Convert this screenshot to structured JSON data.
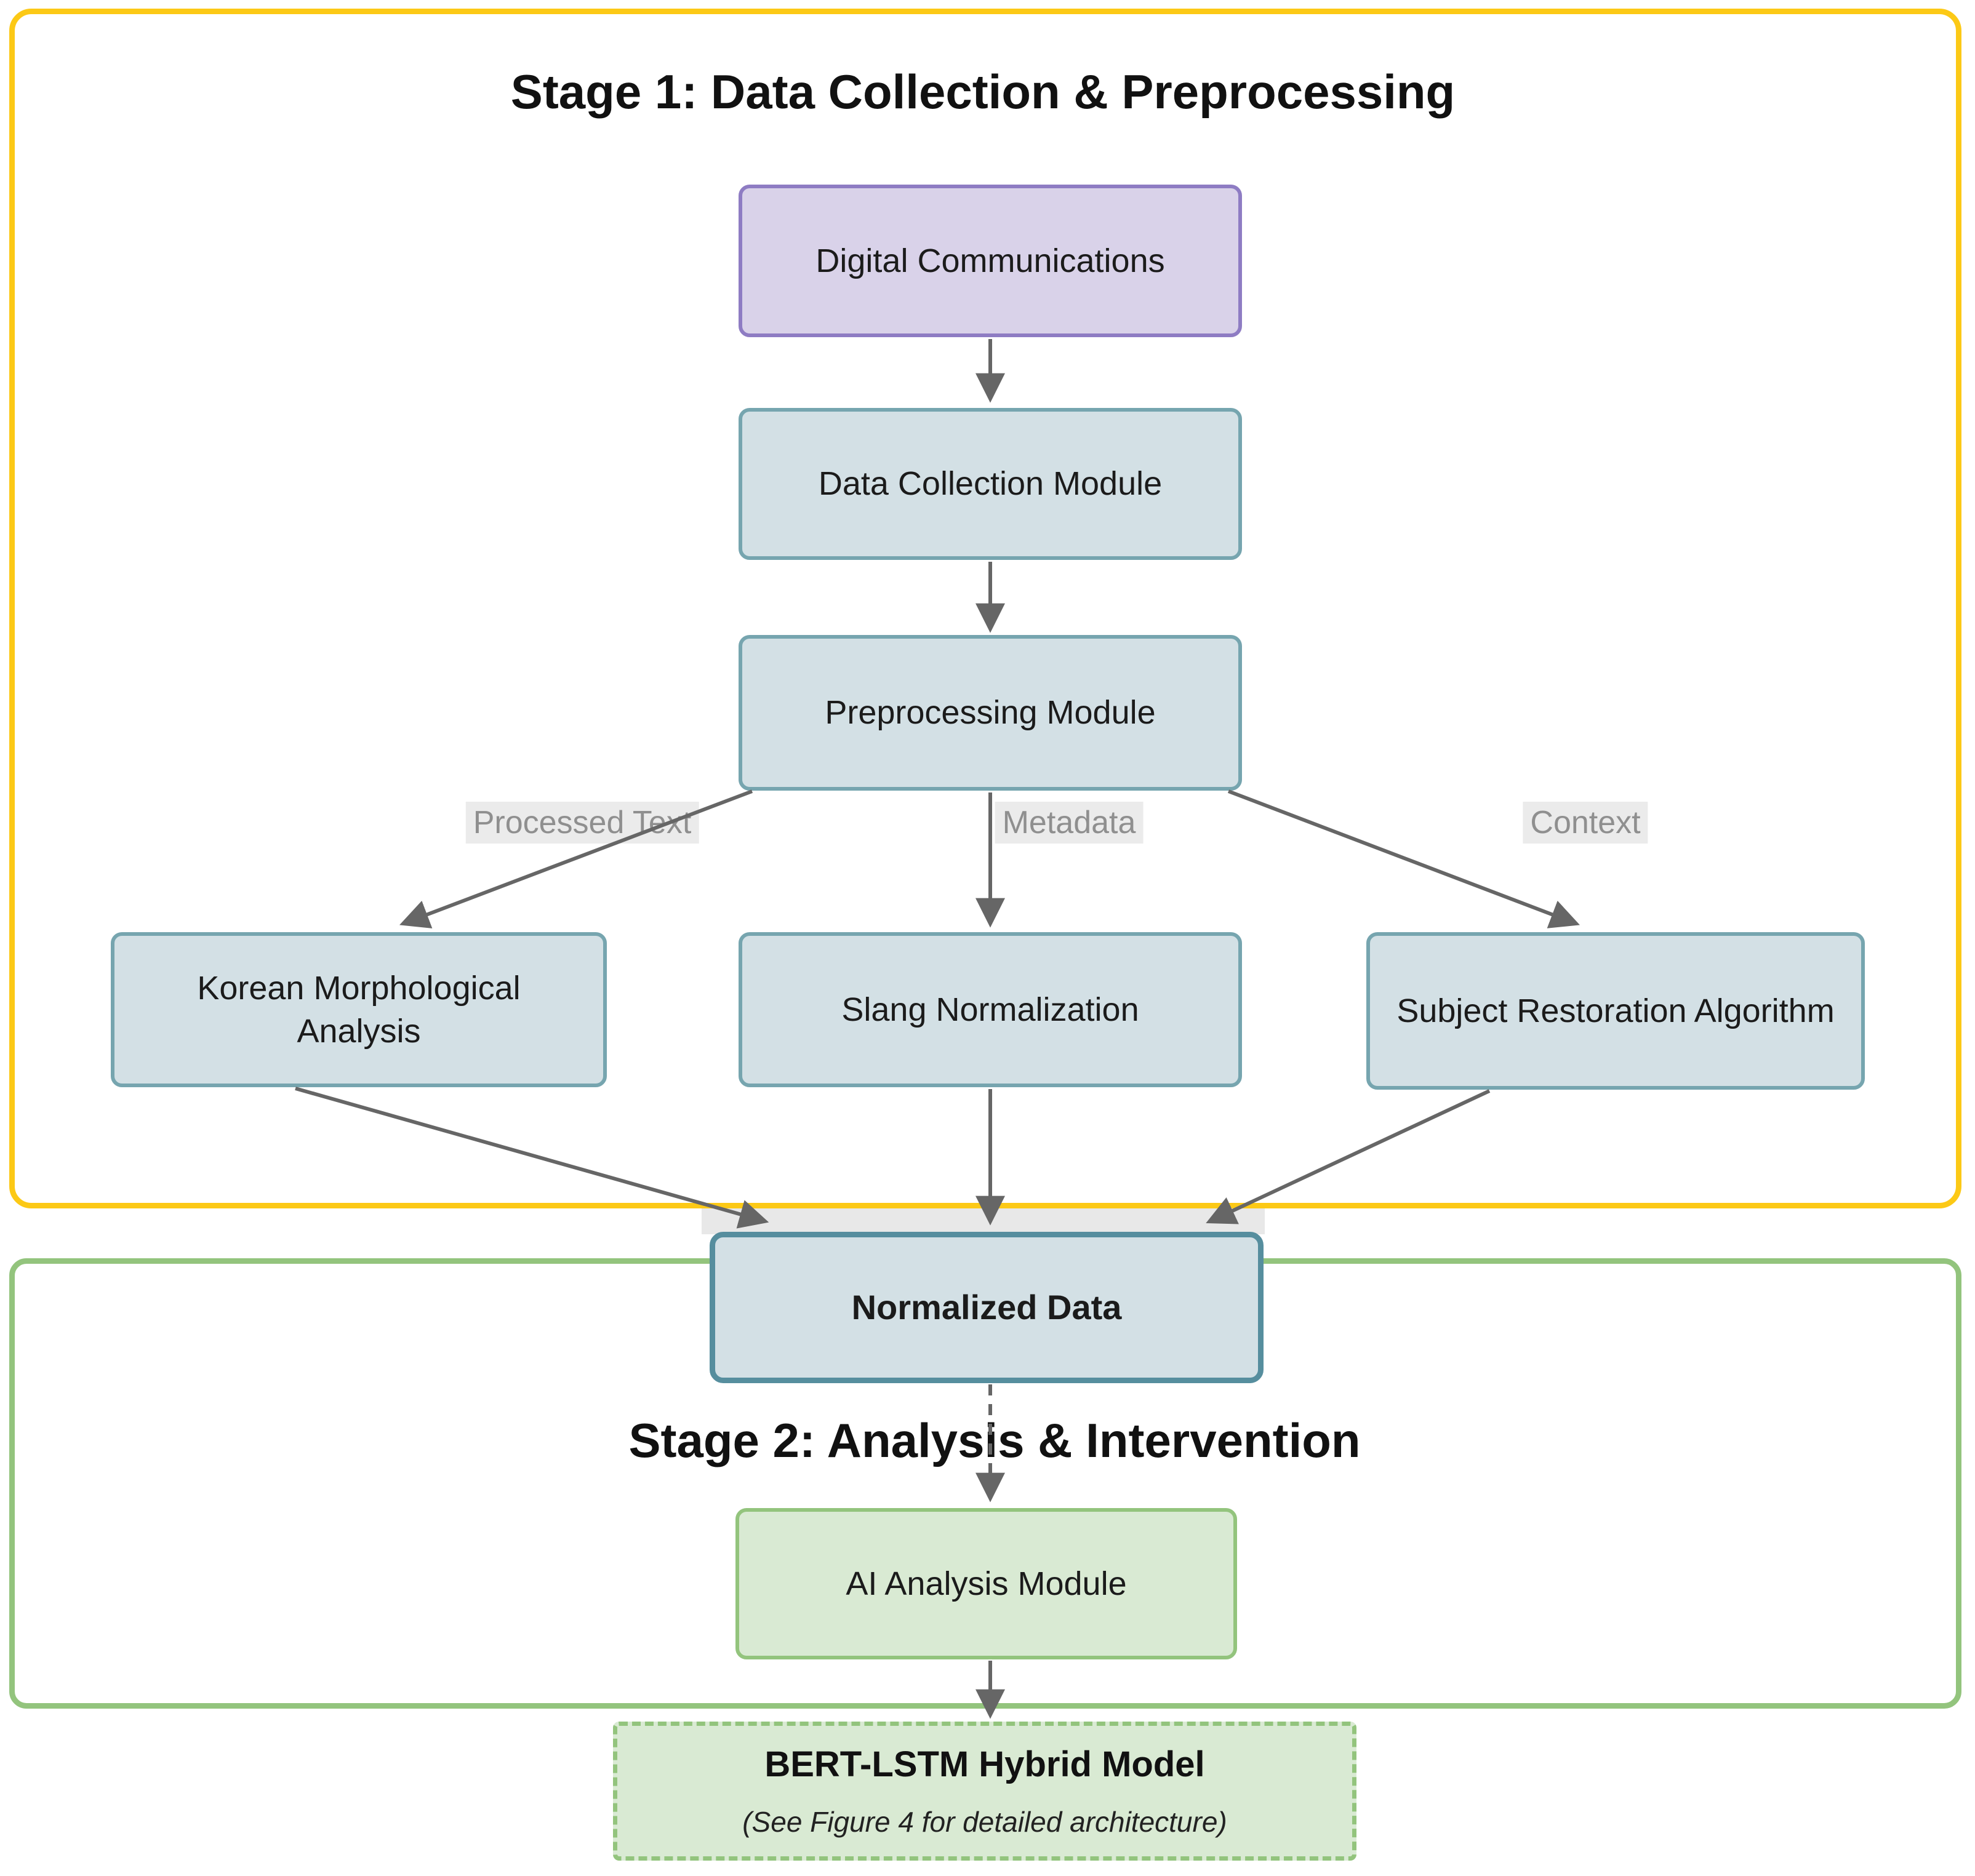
{
  "diagram": {
    "stage1": {
      "title": "Stage 1: Data Collection & Preprocessing",
      "border_color": "#FCC916"
    },
    "stage2": {
      "title": "Stage 2: Analysis & Intervention",
      "border_color": "#93C47D"
    },
    "nodes": {
      "digital": {
        "label": "Digital Communications",
        "fill": "#D9D2E9",
        "border": "#8E7CC3"
      },
      "collect": {
        "label": "Data Collection Module",
        "fill": "#D3E0E5",
        "border": "#76A5AF"
      },
      "preprocess": {
        "label": "Preprocessing Module",
        "fill": "#D3E0E5",
        "border": "#76A5AF"
      },
      "korean": {
        "label": "Korean Morphological Analysis",
        "fill": "#D3E0E5",
        "border": "#76A5AF"
      },
      "slang": {
        "label": "Slang Normalization",
        "fill": "#D3E0E5",
        "border": "#76A5AF"
      },
      "subject": {
        "label": "Subject Restoration Algorithm",
        "fill": "#D3E0E5",
        "border": "#76A5AF"
      },
      "normalized": {
        "label": "Normalized Data",
        "fill": "#D3E0E5",
        "border": "#568E9E"
      },
      "ai": {
        "label": "AI Analysis Module",
        "fill": "#D9EAD3",
        "border": "#93C47D"
      },
      "bert": {
        "label": "BERT-LSTM Hybrid Model",
        "subtitle": "(See Figure 4 for detailed architecture)",
        "fill": "#D9EAD3",
        "border": "#93C47D",
        "border_style": "dashed"
      }
    },
    "edge_labels": {
      "processed_text": "Processed Text",
      "metadata": "Metadata",
      "context": "Context"
    },
    "edges": [
      {
        "from": "digital",
        "to": "collect"
      },
      {
        "from": "collect",
        "to": "preprocess"
      },
      {
        "from": "preprocess",
        "to": "korean",
        "label": "Processed Text"
      },
      {
        "from": "preprocess",
        "to": "slang",
        "label": "Metadata"
      },
      {
        "from": "preprocess",
        "to": "subject",
        "label": "Context"
      },
      {
        "from": "korean",
        "to": "normalized"
      },
      {
        "from": "slang",
        "to": "normalized"
      },
      {
        "from": "subject",
        "to": "normalized"
      },
      {
        "from": "normalized",
        "to": "ai",
        "style": "dashed"
      },
      {
        "from": "ai",
        "to": "bert"
      }
    ],
    "arrow_color": "#666666",
    "edge_label_color": "#8F8F8F"
  }
}
